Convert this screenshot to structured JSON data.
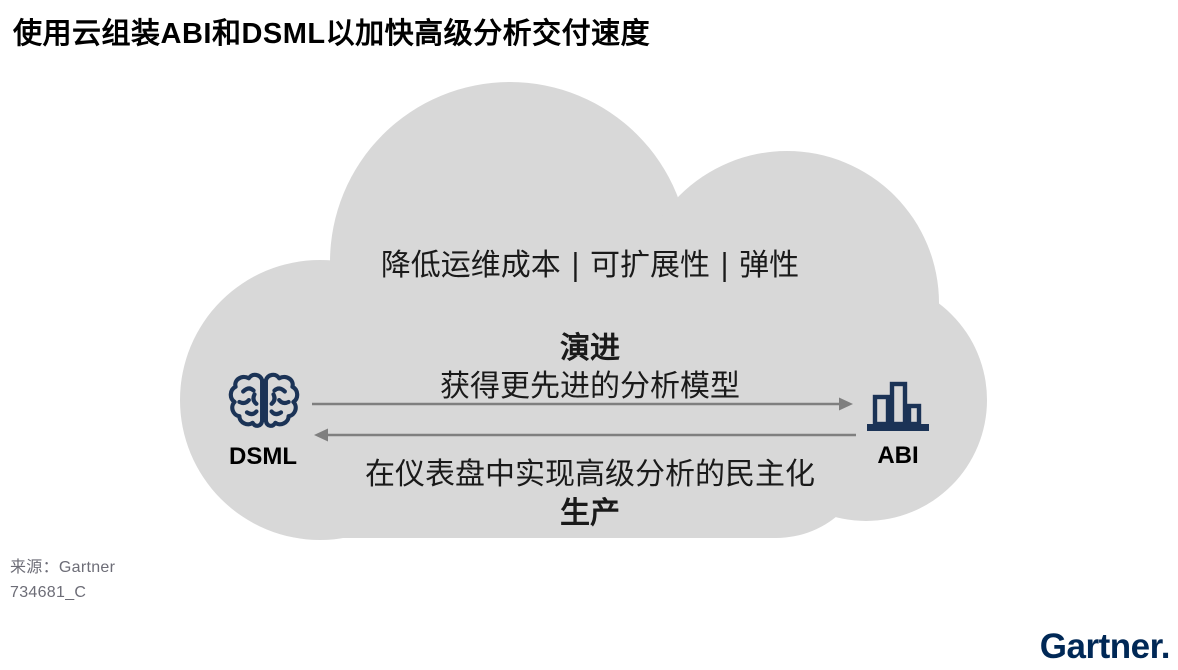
{
  "title": "使用云组装ABI和DSML以加快高级分析交付速度",
  "cloud": {
    "benefits_line": "降低运维成本 | 可扩展性 | 弹性",
    "evolve": {
      "heading": "演进",
      "description": "获得更先进的分析模型",
      "direction": "DSML to ABI"
    },
    "produce": {
      "heading": "生产",
      "description": "在仪表盘中实现高级分析的民主化",
      "direction": "ABI to DSML"
    },
    "dsml_node": {
      "label": "DSML",
      "icon": "brain-icon"
    },
    "abi_node": {
      "label": "ABI",
      "icon": "bar-chart-icon"
    }
  },
  "footer": {
    "source": "来源：Gartner",
    "document_id": "734681_C"
  },
  "brand": {
    "logo_text": "Gartner."
  },
  "colors": {
    "cloud_fill": "#d8d8d8",
    "icon_navy": "#1b3356",
    "arrow_gray": "#7f7f7f",
    "logo_navy": "#002856",
    "footer_gray": "#6d6d77",
    "title_black": "#000000"
  }
}
